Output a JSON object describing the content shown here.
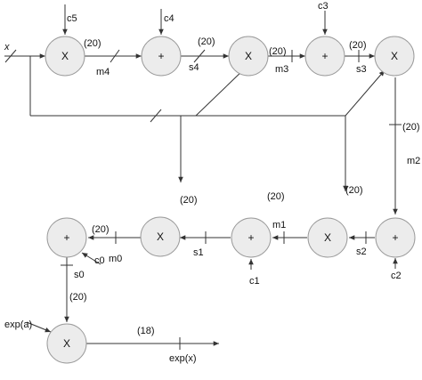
{
  "nodes": {
    "mul_c5": "X",
    "add_c4": "+",
    "mul_m3": "X",
    "add_c3": "+",
    "mul_m2": "X",
    "add_c2": "+",
    "mul_s2": "X",
    "add_c1": "+",
    "mul_s1": "X",
    "add_c0": "+",
    "mul_out": "X"
  },
  "labels": {
    "x_in": "x",
    "c5": "c5",
    "c4": "c4",
    "c3": "c3",
    "c2": "c2",
    "c1": "c1",
    "c0": "c0",
    "m4": "m4",
    "s4": "s4",
    "m3": "m3",
    "s3": "s3",
    "m2": "m2",
    "s2": "s2",
    "m1": "m1",
    "s1": "s1",
    "m0": "m0",
    "s0": "s0",
    "exp_a": "exp(a)",
    "exp_x": "exp(x)",
    "w_m4": "(20)",
    "w_s4": "(20)",
    "w_m3": "(20)",
    "w_s3": "(20)",
    "w_m2": "(20)",
    "w_top_right": "(20)",
    "w_m1": "(20)",
    "w_s1": "(20)",
    "w_m0": "(20)",
    "w_s0": "(20)",
    "w_out": "(18)"
  }
}
